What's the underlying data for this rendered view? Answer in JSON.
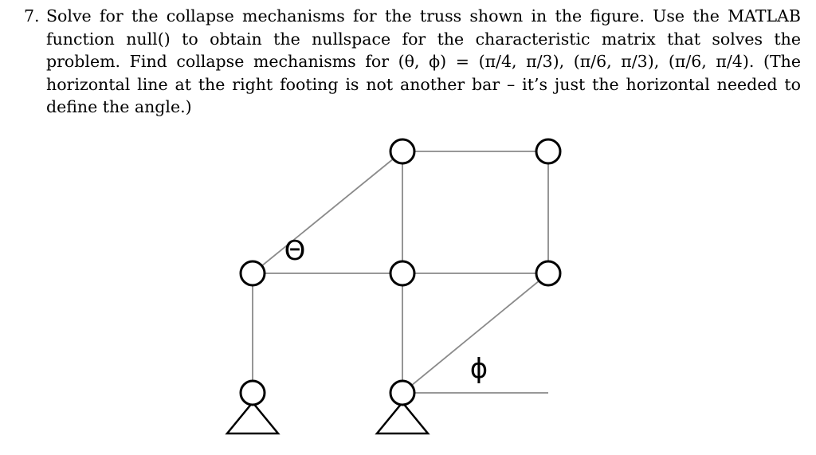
{
  "problem": {
    "number": "7.",
    "text": "Solve for the collapse mechanisms for the truss shown in the figure. Use the MATLAB function null() to obtain the nullspace for the characteristic matrix that solves the problem. Find collapse mechanisms for (θ, ϕ) = (π/4, π/3), (π/6, π/3), (π/6, π/4). (The horizontal line at the right footing is not another bar – it’s just the horizontal needed to define the angle.)"
  },
  "figure": {
    "theta_label": "Θ",
    "phi_label": "ϕ",
    "icons": {
      "node": "pin-joint-icon",
      "support": "triangle-support-icon"
    }
  }
}
